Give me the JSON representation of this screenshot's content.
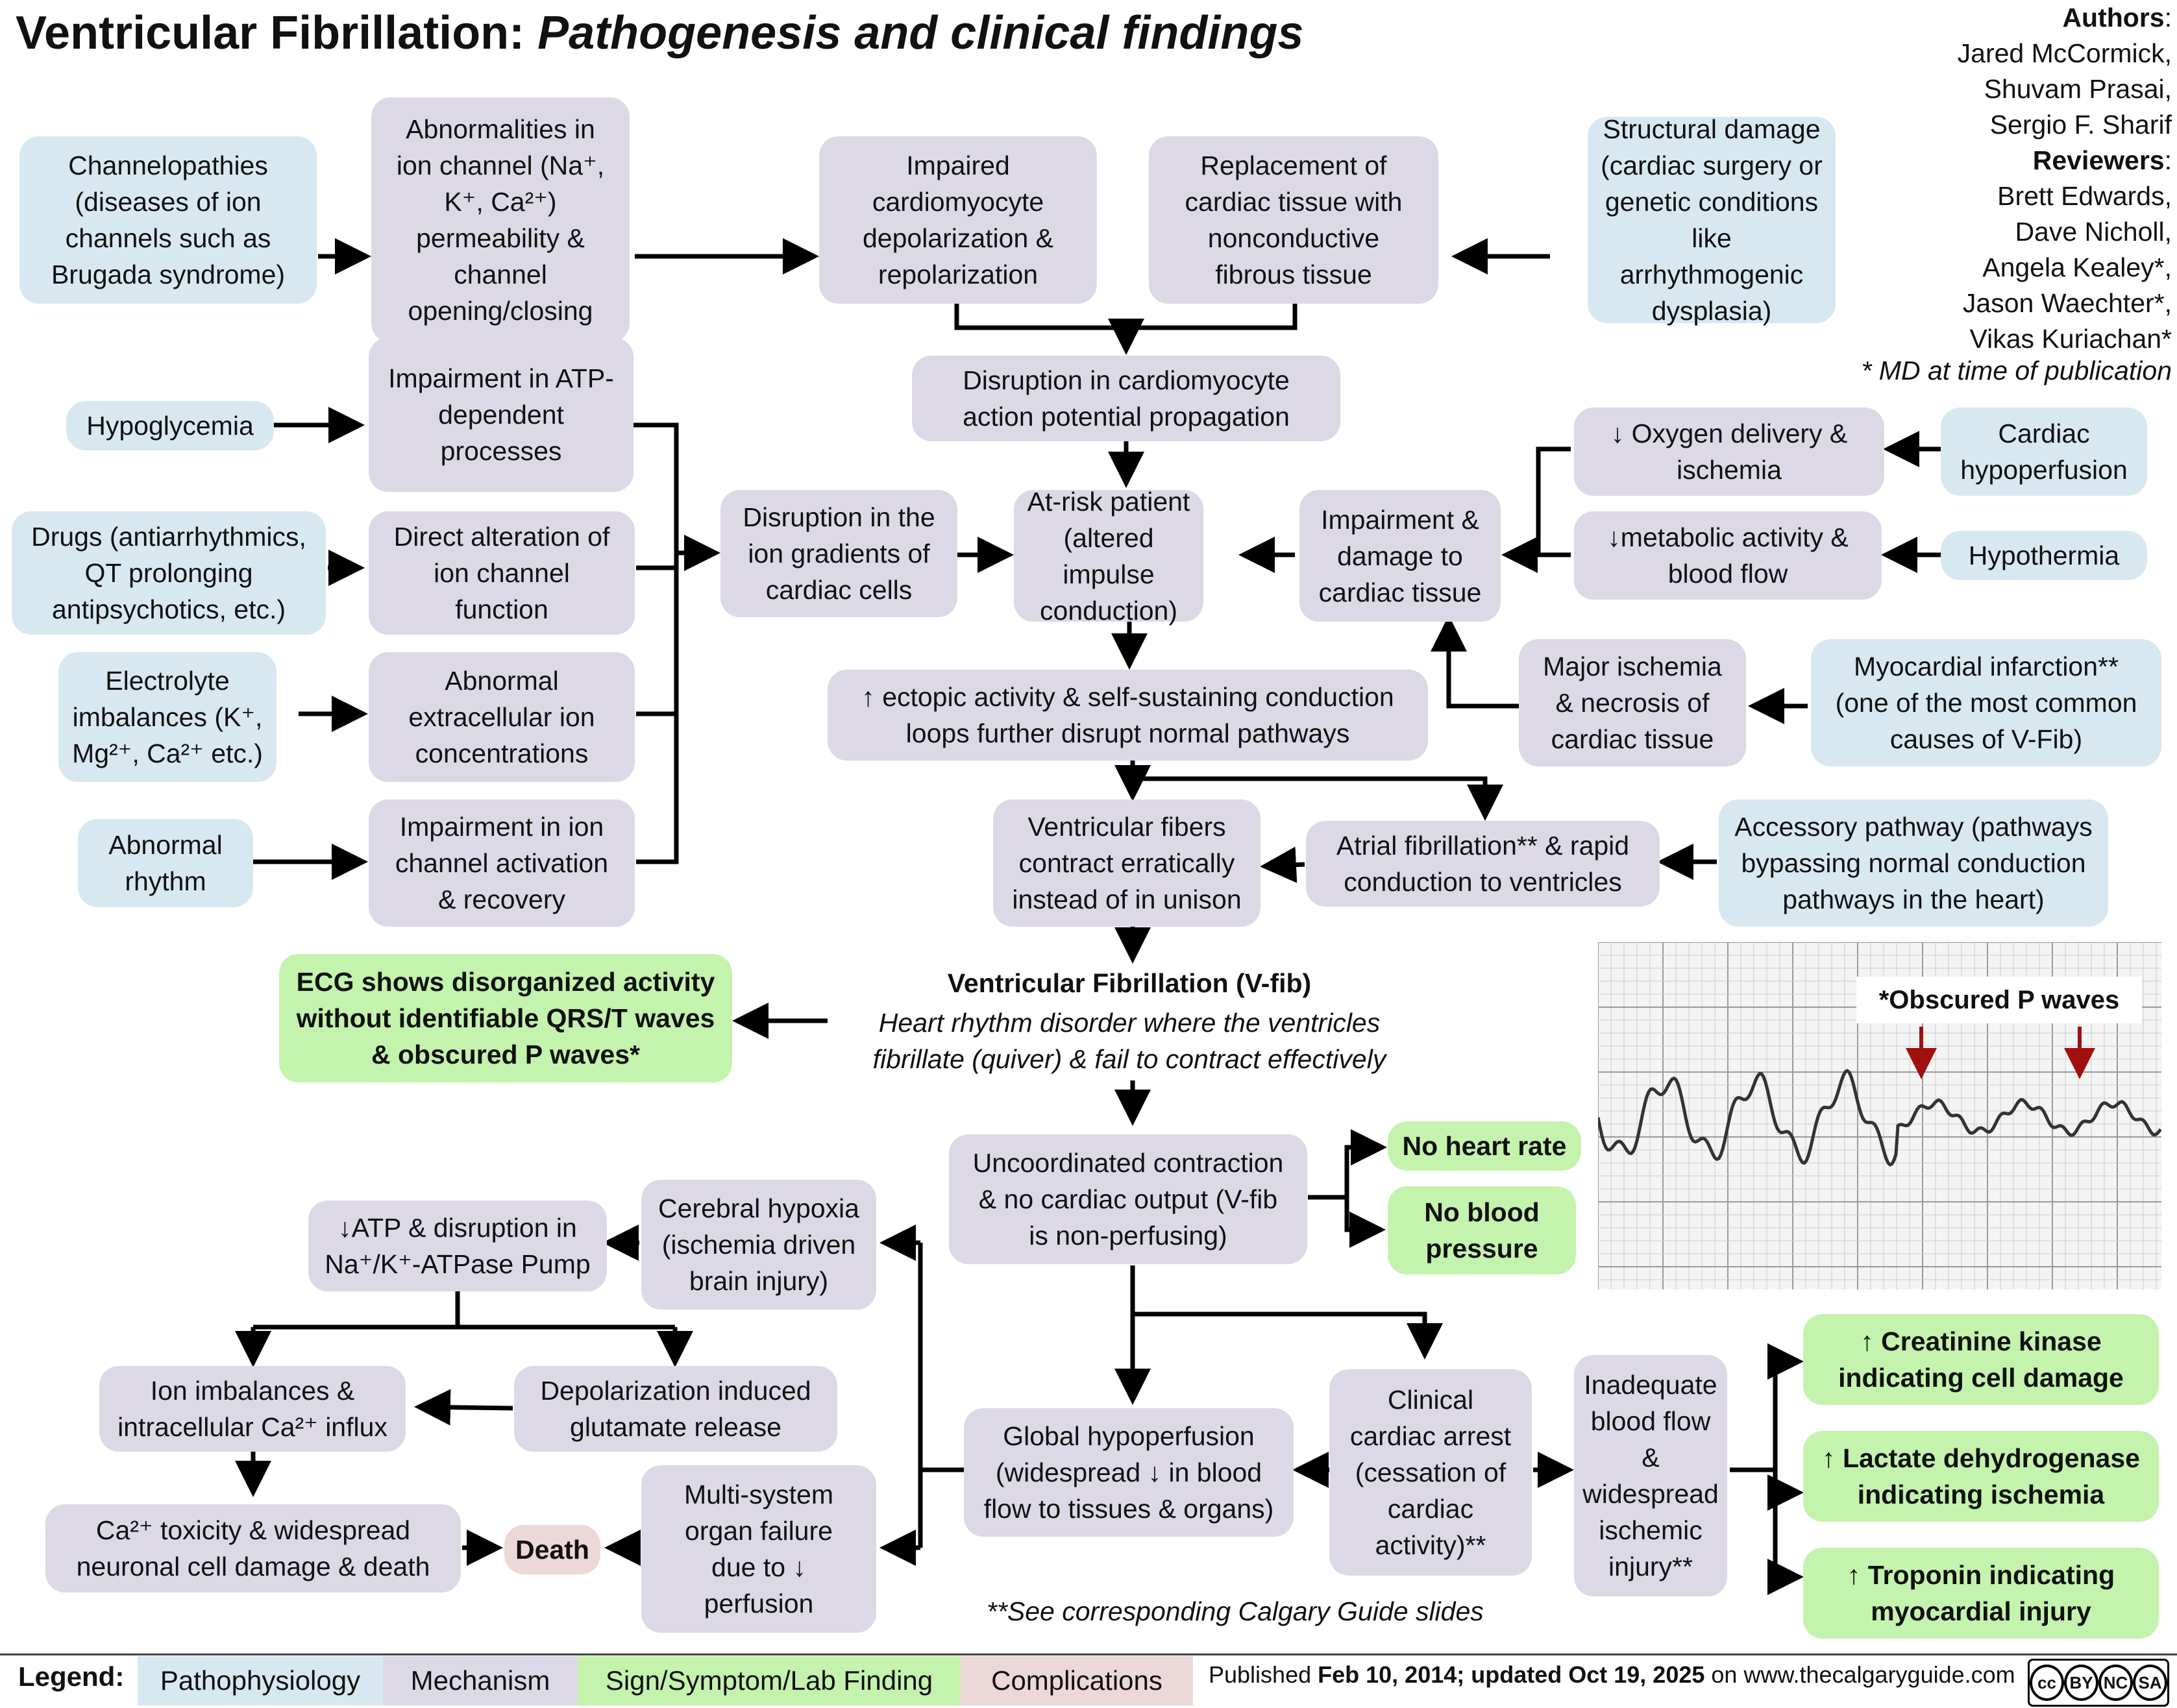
{
  "title": {
    "main": "Ventricular Fibrillation:",
    "sub": "Pathogenesis and clinical findings"
  },
  "authors": {
    "authors_heading": "Authors",
    "authors_list": [
      "Jared McCormick,",
      "Shuvam Prasai,",
      "Sergio F. Sharif"
    ],
    "reviewers_heading": "Reviewers",
    "reviewers_list": [
      "Brett Edwards,",
      "Dave Nicholl,",
      "Angela Kealey*,",
      "Jason Waechter*,",
      "Vikas Kuriachan*"
    ],
    "md_note": "* MD at time of publication"
  },
  "nodes": {
    "channelopathies": "Channelopathies\n(diseases of ion\nchannels such as\nBrugada syndrome)",
    "ion_channel_abn": "Abnormalities in\nion channel (Na⁺,\nK⁺, Ca²⁺)\npermeability &\nchannel\nopening/closing",
    "impaired_depol": "Impaired\ncardiomyocyte\ndepolarization &\nrepolarization",
    "fibrous_replacement": "Replacement of\ncardiac tissue with\nnonconductive\nfibrous tissue",
    "structural_damage": "Structural damage\n(cardiac surgery or\ngenetic conditions\nlike arrhythmogenic\ndysplasia)",
    "hypoglycemia": "Hypoglycemia",
    "atp_impairment": "Impairment in ATP-\ndependent\nprocesses",
    "drugs": "Drugs (antiarrhythmics,\nQT prolonging\nantipsychotics, etc.)",
    "direct_alteration": "Direct alteration of\nion channel\nfunction",
    "electrolytes": "Electrolyte\nimbalances (K⁺,\nMg²⁺, Ca²⁺ etc.)",
    "extracellular_conc": "Abnormal\nextracellular ion\nconcentrations",
    "abnormal_rhythm": "Abnormal\nrhythm",
    "channel_activation": "Impairment in ion\nchannel activation\n& recovery",
    "ion_gradients": "Disruption in the\nion gradients of\ncardiac cells",
    "ap_propagation": "Disruption in cardiomyocyte\naction potential propagation",
    "at_risk": "At-risk patient\n(altered impulse\nconduction)",
    "tissue_damage": "Impairment &\ndamage to\ncardiac tissue",
    "oxygen_delivery": "↓ Oxygen delivery &\nischemia",
    "cardiac_hypoperfusion": "Cardiac\nhypoperfusion",
    "metabolic_activity": "↓metabolic activity &\nblood flow",
    "hypothermia": "Hypothermia",
    "ectopic_activity": "↑ ectopic activity & self-sustaining conduction\nloops further disrupt normal pathways",
    "major_ischemia": "Major ischemia\n& necrosis of\ncardiac tissue",
    "mi": "Myocardial infarction**\n(one of the most common\ncauses of V-Fib)",
    "fibers_erratic": "Ventricular fibers\ncontract erratically\ninstead of in unison",
    "afib": "Atrial fibrillation** & rapid\nconduction to ventricles",
    "accessory_pathway": "Accessory pathway (pathways\nbypassing normal conduction\npathways in the heart)",
    "ecg_finding": "ECG shows disorganized activity\nwithout identifiable QRS/T waves\n& obscured P waves*",
    "vfib_title": "Ventricular Fibrillation (V-fib)",
    "vfib_desc": "Heart rhythm disorder where the ventricles\nfibrillate (quiver) & fail to contract effectively",
    "uncoordinated": "Uncoordinated contraction\n& no cardiac output (V-fib\nis non-perfusing)",
    "no_hr": "No heart rate",
    "no_bp": "No blood\npressure",
    "atp_pump": "↓ATP & disruption in\nNa⁺/K⁺-ATPase Pump",
    "cerebral_hypoxia": "Cerebral hypoxia\n(ischemia driven\nbrain injury)",
    "ion_imbalances": "Ion imbalances &\nintracellular Ca²⁺ influx",
    "glutamate": "Depolarization induced\nglutamate release",
    "ca_toxicity": "Ca²⁺ toxicity & widespread\nneuronal cell damage & death",
    "death": "Death",
    "multi_organ": "Multi-system\norgan failure\ndue to ↓\nperfusion",
    "global_hypoperfusion": "Global hypoperfusion\n(widespread ↓ in blood\nflow to tissues & organs)",
    "cardiac_arrest": "Clinical\ncardiac arrest\n(cessation of\ncardiac\nactivity)**",
    "inadequate_flow": "Inadequate\nblood flow\n&\nwidespread\nischemic\ninjury**",
    "ck": "↑ Creatinine kinase\nindicating cell damage",
    "ldh": "↑ Lactate dehydrogenase\nindicating ischemia",
    "troponin": "↑ Troponin indicating\nmyocardial injury"
  },
  "ecg_label": "*Obscured P waves",
  "footnote": "**See corresponding Calgary Guide slides",
  "legend": {
    "title": "Legend:",
    "items": [
      "Pathophysiology",
      "Mechanism",
      "Sign/Symptom/Lab Finding",
      "Complications"
    ]
  },
  "published": {
    "prefix": "Published ",
    "dates": "Feb 10, 2014; updated Oct 19, 2025",
    "suffix": " on www.thecalgaryguide.com"
  },
  "license": {
    "cc": "cc",
    "by": "BY",
    "nc": "NC",
    "sa": "SA"
  },
  "colors": {
    "pathophysiology": "#d8e8f1",
    "mechanism": "#ddd8e6",
    "sign": "#c4f3ae",
    "complication": "#ecd8d8",
    "arrow": "#000000",
    "ecg_marker": "#a01010"
  }
}
